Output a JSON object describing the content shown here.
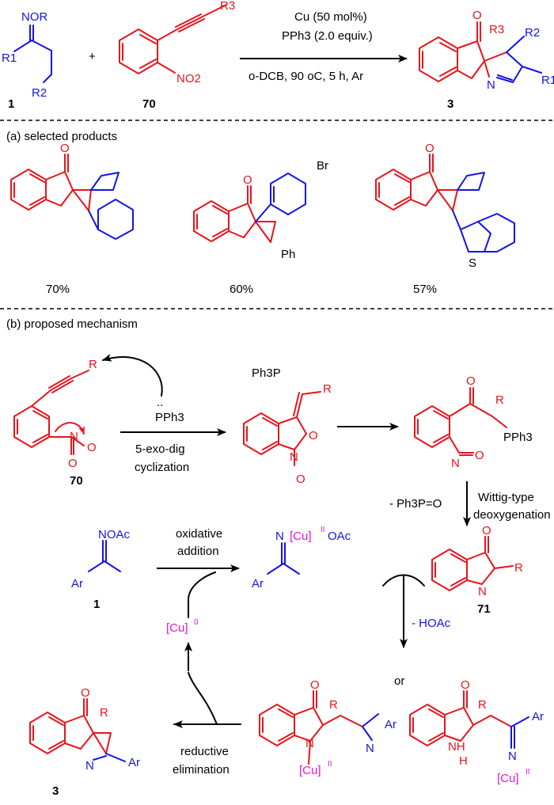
{
  "colors": {
    "red": "#e8141c",
    "blue": "#1414e6",
    "magenta": "#e614e6",
    "black": "#000000"
  },
  "top_scheme": {
    "reagent1": {
      "top_group": "NOR",
      "r1": "R1",
      "r2": "R2",
      "label": "1"
    },
    "plus": "+",
    "reagent2": {
      "r3": "R3",
      "no2": "NO2",
      "label": "70"
    },
    "conditions_above": [
      "Cu (50 mol%)",
      "PPh3 (2.0 equiv.)"
    ],
    "conditions_below": "o-DCB, 90 oC, 5 h, Ar",
    "product": {
      "o": "O",
      "r3": "R3",
      "r2": "R2",
      "r1": "R1",
      "n": "N",
      "label": "3"
    }
  },
  "section_a": {
    "title": "(a) selected products",
    "yields": [
      "70%",
      "60%",
      "57%"
    ],
    "p2_br": "Br",
    "p2_ph": "Ph",
    "p3_s": "S"
  },
  "section_b": {
    "title": "(b) proposed mechanism",
    "step1": {
      "reagent": "PPh3",
      "lone_pair": "..",
      "cond_line1": "5-exo-dig",
      "cond_line2": "cyclization",
      "label": "70",
      "nitro_n": "N",
      "nitro_o1": "O",
      "nitro_o2": "O",
      "r": "R"
    },
    "inter1": {
      "ph3p": "Ph3P",
      "r": "R",
      "o": "O",
      "n": "N",
      "o2": "O"
    },
    "inter2": {
      "o": "O",
      "r": "R",
      "pph3": "PPh3",
      "n": "N",
      "o2": "O"
    },
    "step2": {
      "left": "- Ph3P=O",
      "right_line1": "Wittig-type",
      "right_line2": "deoxygenation"
    },
    "product71": {
      "o": "O",
      "r": "R",
      "n": "N",
      "label": "71"
    },
    "oxime": {
      "group": "NOAc",
      "ar": "Ar",
      "label": "1"
    },
    "ox_add": {
      "line1": "oxidative",
      "line2": "addition"
    },
    "cu_complex": {
      "n": "N",
      "cu": "[Cu]",
      "ox": "II",
      "oac": "OAc",
      "ar": "Ar"
    },
    "cu0": {
      "text": "[Cu]",
      "ox": "0"
    },
    "hoac": "- HOAc",
    "or": "or",
    "cyc_a": {
      "o": "O",
      "r": "R",
      "n": "N",
      "n2": "N",
      "ar": "Ar",
      "cu": "[Cu]",
      "ox": "II"
    },
    "cyc_b": {
      "o": "O",
      "r": "R",
      "nh": "NH",
      "h": "H",
      "n": "N",
      "ar": "Ar",
      "cu": "[Cu]",
      "ox": "II"
    },
    "red_elim": {
      "line1": "reductive",
      "line2": "elimination"
    },
    "product3": {
      "o": "O",
      "r": "R",
      "n": "N",
      "ar": "Ar",
      "label": "3"
    }
  }
}
